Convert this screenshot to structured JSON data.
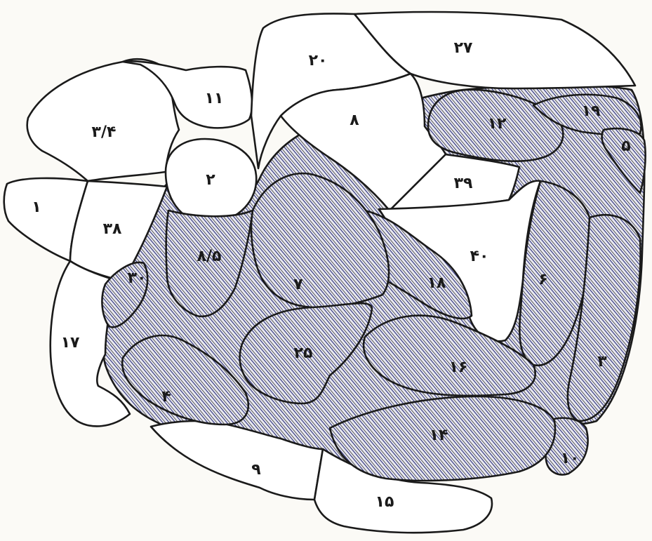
{
  "diagram": {
    "colors": {
      "outline": "#1a1a1a",
      "paper": "#fbfaf6",
      "hatch_ink": "#2a2f7a",
      "hatch_dark": "#222222"
    },
    "regions": [
      {
        "id": "r1",
        "label": "١",
        "hatched": false
      },
      {
        "id": "r2",
        "label": "٢",
        "hatched": false
      },
      {
        "id": "r3",
        "label": "٣",
        "hatched": true
      },
      {
        "id": "r34",
        "label": "٣/۴",
        "hatched": false
      },
      {
        "id": "r4",
        "label": "۴",
        "hatched": true
      },
      {
        "id": "r5",
        "label": "۵",
        "hatched": true
      },
      {
        "id": "r6",
        "label": "۶",
        "hatched": true
      },
      {
        "id": "r7",
        "label": "٧",
        "hatched": true
      },
      {
        "id": "r8",
        "label": "٨",
        "hatched": false
      },
      {
        "id": "r85",
        "label": "٨/۵",
        "hatched": true
      },
      {
        "id": "r9",
        "label": "٩",
        "hatched": false
      },
      {
        "id": "r10",
        "label": "١٠",
        "hatched": true
      },
      {
        "id": "r11",
        "label": "١١",
        "hatched": false
      },
      {
        "id": "r12",
        "label": "١٢",
        "hatched": true
      },
      {
        "id": "r14",
        "label": "١۴",
        "hatched": true
      },
      {
        "id": "r15",
        "label": "١۵",
        "hatched": false
      },
      {
        "id": "r16",
        "label": "١۶",
        "hatched": true
      },
      {
        "id": "r17",
        "label": "١٧",
        "hatched": false
      },
      {
        "id": "r18",
        "label": "١٨",
        "hatched": true
      },
      {
        "id": "r19",
        "label": "١٩",
        "hatched": true
      },
      {
        "id": "r20",
        "label": "٢٠",
        "hatched": false
      },
      {
        "id": "r25",
        "label": "٢۵",
        "hatched": true
      },
      {
        "id": "r27",
        "label": "٢٧",
        "hatched": false
      },
      {
        "id": "r30",
        "label": "٣٠",
        "hatched": true
      },
      {
        "id": "r38",
        "label": "٣٨",
        "hatched": false
      },
      {
        "id": "r39",
        "label": "٣٩",
        "hatched": false
      },
      {
        "id": "r40",
        "label": "۴٠",
        "hatched": false
      }
    ]
  }
}
